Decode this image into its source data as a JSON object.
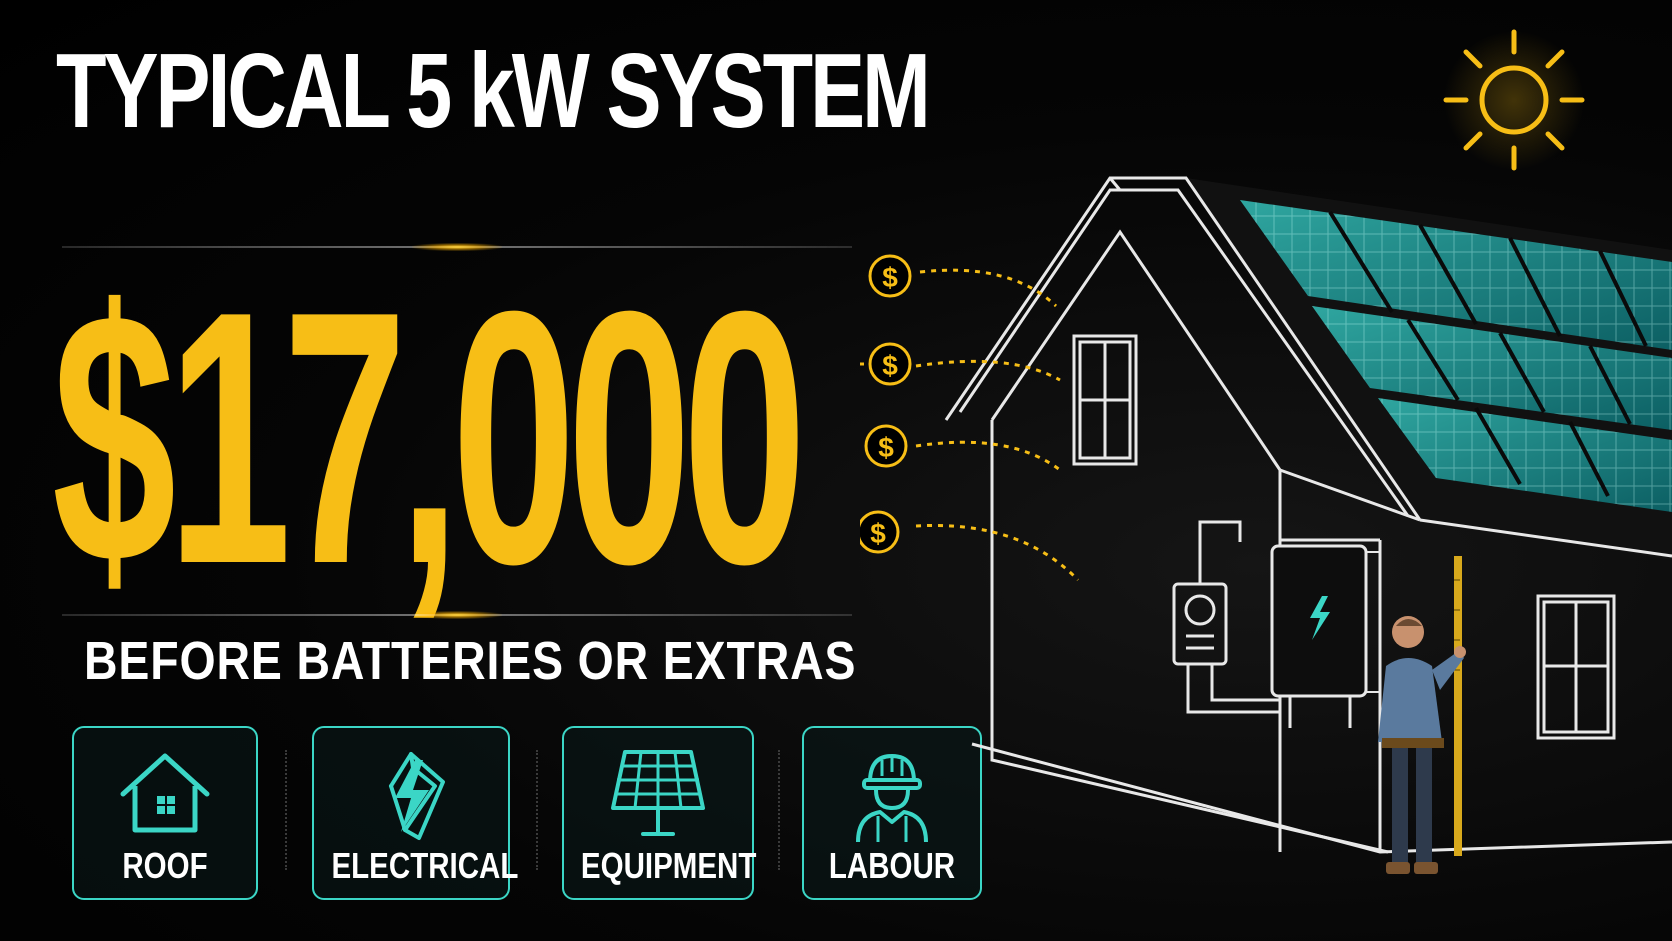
{
  "headline": "TYPICAL 5 kW SYSTEM",
  "price": "$17,000",
  "subline": "BEFORE BATTERIES OR EXTRAS",
  "categories": [
    {
      "label": "ROOF",
      "icon": "house-icon"
    },
    {
      "label": "ELECTRICAL",
      "icon": "lightning-bolt-icon"
    },
    {
      "label": "EQUIPMENT",
      "icon": "solar-panel-icon"
    },
    {
      "label": "LABOUR",
      "icon": "worker-helmet-icon"
    }
  ],
  "coin_symbol": "$",
  "colors": {
    "accent_yellow": "#f7be16",
    "accent_teal": "#3bd6c6",
    "background": "#000000",
    "text": "#ffffff"
  }
}
